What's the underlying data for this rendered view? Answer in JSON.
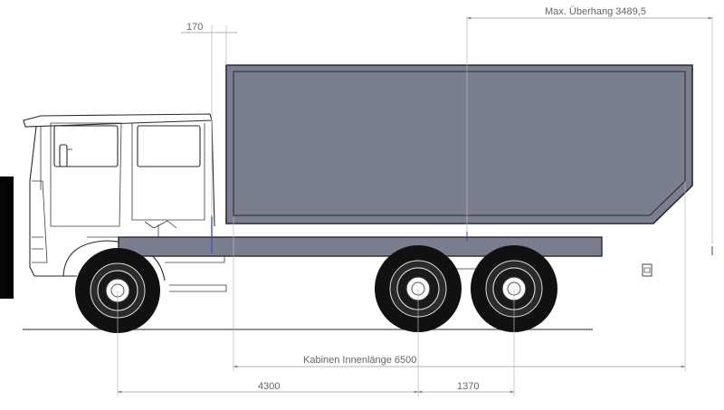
{
  "drawing": {
    "dimensions": {
      "max_overhang": "Max. Überhang 3489,5",
      "offset_170": "170",
      "cabin_inner_length": "Kabinen Innenlänge 6500",
      "wheelbase_front": "4300",
      "wheelbase_rear": "1370"
    },
    "colors": {
      "box_fill": "#7b7e8f",
      "chassis_fill": "#7b7e8f",
      "outline": "#2a2a2a",
      "tire": "#111111",
      "dimension_line": "#9a9a9a",
      "marker_blue": "#2f3fbf"
    }
  }
}
